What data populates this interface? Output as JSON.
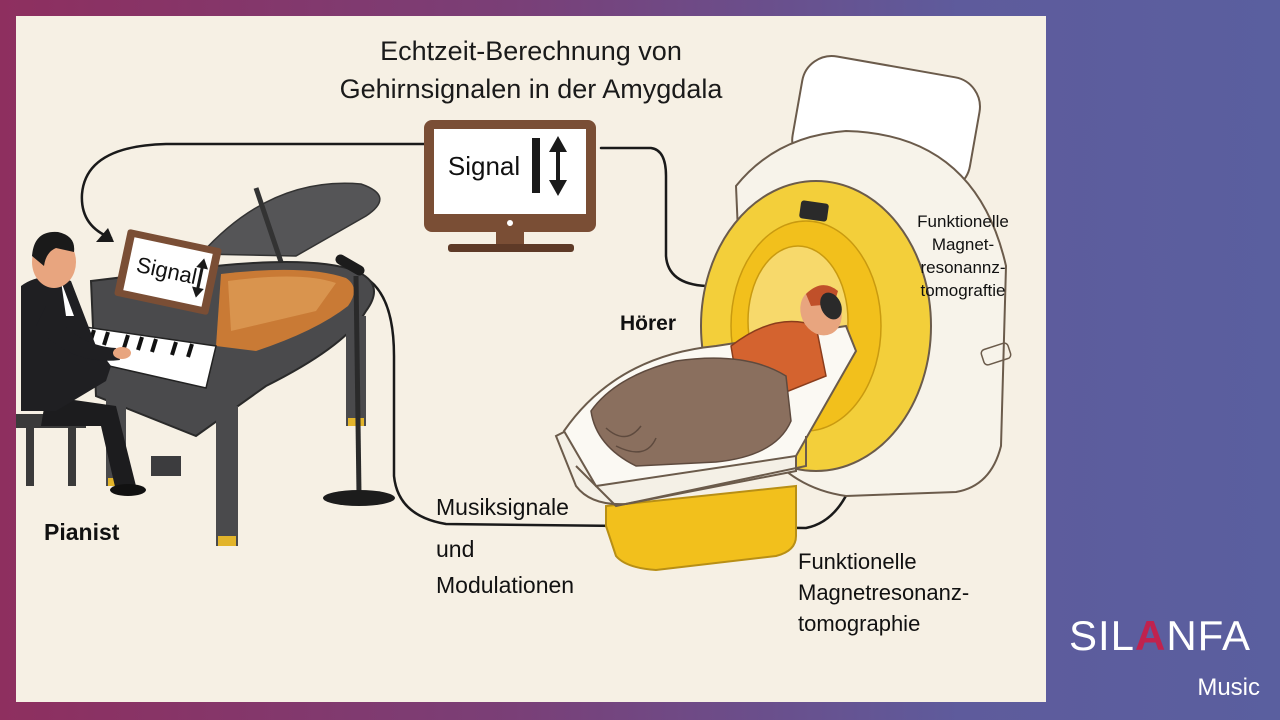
{
  "title": {
    "line1": "Echtzeit-Berechnung von",
    "line2": "Gehirnsignalen in der Amygdala"
  },
  "monitor": {
    "label": "Signal"
  },
  "piano_display": {
    "label": "Signal"
  },
  "labels": {
    "pianist": "Pianist",
    "listener": "Hörer",
    "music_signals_line1": "Musiksignale",
    "music_signals_line2": "und",
    "music_signals_line3": "Modulationen",
    "fmri_scanner_line1": "Funktionelle",
    "fmri_scanner_line2": "Magnet-",
    "fmri_scanner_line3": "resonannz-",
    "fmri_scanner_line4": "tomograftie",
    "fmri_bottom_line1": "Funktionelle",
    "fmri_bottom_line2": "Magnetresonanz-",
    "fmri_bottom_line3": "tomographie"
  },
  "brand": {
    "pre": "SIL",
    "accent": "A",
    "post": "NFA",
    "sub": "Music"
  },
  "colors": {
    "panel": "#f6f0e4",
    "piano": "#4a4a4c",
    "scanner_ring": "#f3cf3a",
    "blanket": "#8a6f5e",
    "shirt": "#d4632f",
    "monitor_frame": "#7a4e35",
    "gold": "#e2b42a"
  },
  "icons": {
    "signal_arrows": "up-down-arrow-icon",
    "microphone": "microphone-icon"
  }
}
